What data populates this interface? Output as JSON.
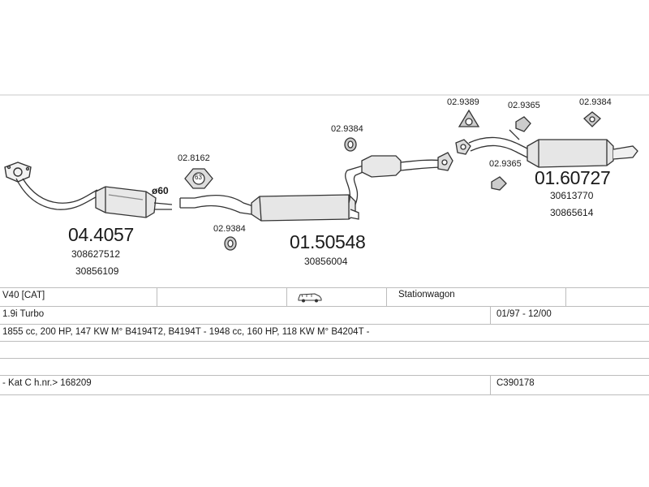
{
  "parts": {
    "cat_converter": {
      "code": "04.4057",
      "oe1": "308627512",
      "oe2": "30856109",
      "diameter": "ø60"
    },
    "gasket_a": {
      "code": "02.8162",
      "ring": "63"
    },
    "clamp_a": {
      "code": "02.9384"
    },
    "middle_silencer": {
      "code": "01.50548",
      "oe1": "30856004"
    },
    "clamp_b": {
      "code": "02.9384"
    },
    "gasket_b": {
      "code": "02.9389"
    },
    "rubber_a": {
      "code": "02.9365"
    },
    "rubber_b": {
      "code": "02.9384"
    },
    "rubber_c": {
      "code": "02.9365"
    },
    "rear_silencer": {
      "code": "01.60727",
      "oe1": "30613770",
      "oe2": "30865614"
    }
  },
  "vehicle": {
    "model": "V40  [CAT]",
    "body_type": "Stationwagon",
    "engine": "1.9i Turbo",
    "years": "01/97 - 12/00",
    "engine_specs": "1855 cc, 200 HP, 147 KW M° B4194T2, B4194T - 1948 cc, 160 HP, 118 KW M° B4204T -",
    "note": "- Kat C h.nr.> 168209",
    "ref_code": "C390178"
  },
  "icons": {
    "car": "station-wagon-icon"
  }
}
